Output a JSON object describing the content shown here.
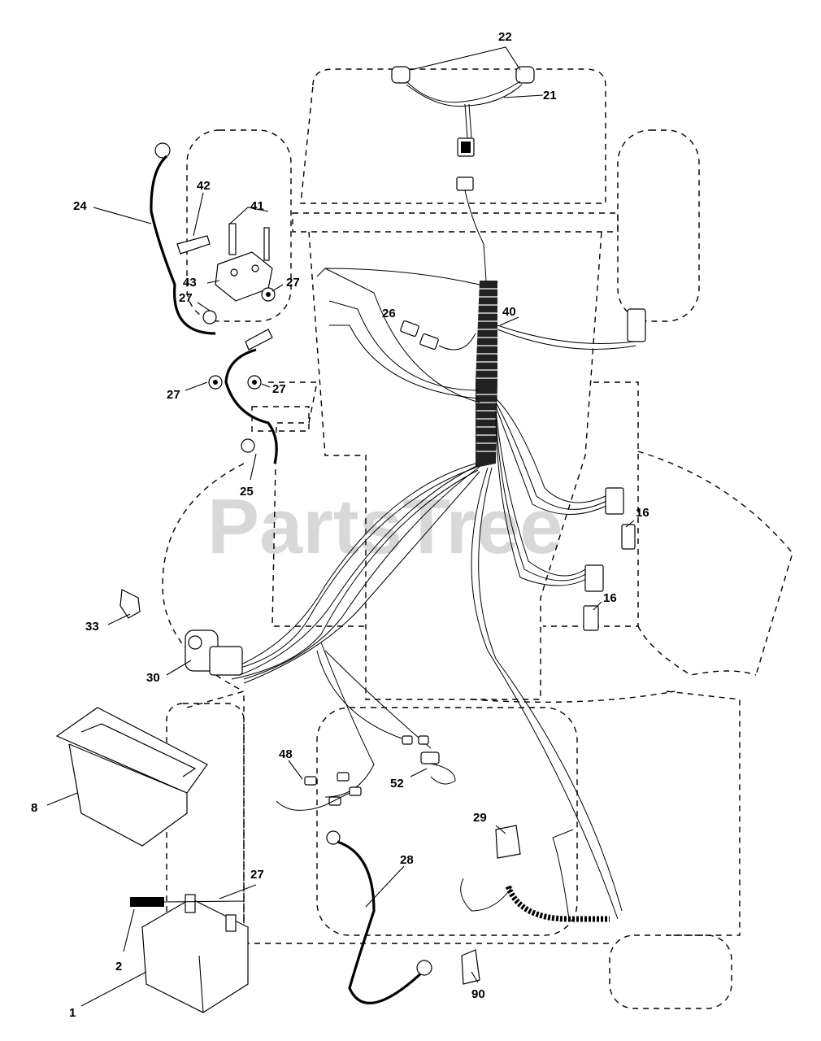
{
  "watermark": "PartsTree",
  "callouts": [
    {
      "id": "c22",
      "text": "22"
    },
    {
      "id": "c21",
      "text": "21"
    },
    {
      "id": "c24",
      "text": "24"
    },
    {
      "id": "c42",
      "text": "42"
    },
    {
      "id": "c41",
      "text": "41"
    },
    {
      "id": "c43",
      "text": "43"
    },
    {
      "id": "c27a",
      "text": "27"
    },
    {
      "id": "c27b",
      "text": "27"
    },
    {
      "id": "c27c",
      "text": "27"
    },
    {
      "id": "c27d",
      "text": "27"
    },
    {
      "id": "c26",
      "text": "26"
    },
    {
      "id": "c40",
      "text": "40"
    },
    {
      "id": "c25",
      "text": "25"
    },
    {
      "id": "c16a",
      "text": "16"
    },
    {
      "id": "c16b",
      "text": "16"
    },
    {
      "id": "c33",
      "text": "33"
    },
    {
      "id": "c30",
      "text": "30"
    },
    {
      "id": "c48",
      "text": "48"
    },
    {
      "id": "c52",
      "text": "52"
    },
    {
      "id": "c8",
      "text": "8"
    },
    {
      "id": "c29",
      "text": "29"
    },
    {
      "id": "c28",
      "text": "28"
    },
    {
      "id": "c27e",
      "text": "27"
    },
    {
      "id": "c2",
      "text": "2"
    },
    {
      "id": "c1",
      "text": "1"
    },
    {
      "id": "c90",
      "text": "90"
    }
  ]
}
